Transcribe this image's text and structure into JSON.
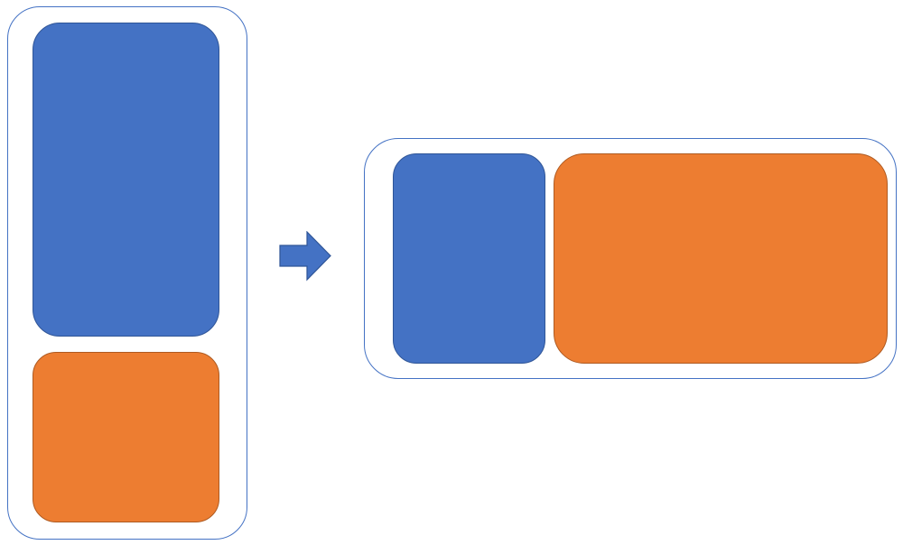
{
  "diagram": {
    "colors": {
      "frame_border": "#4472c4",
      "primary_fill": "#4472c4",
      "primary_border": "#2f5597",
      "secondary_fill": "#ed7d31",
      "secondary_border": "#ae5a21",
      "arrow_fill": "#4472c4",
      "background": "#ffffff"
    },
    "portrait_layout": {
      "blocks": [
        {
          "role": "primary-panel",
          "color": "#4472c4"
        },
        {
          "role": "secondary-panel",
          "color": "#ed7d31"
        }
      ]
    },
    "transition": {
      "icon": "right-arrow-icon"
    },
    "landscape_layout": {
      "blocks": [
        {
          "role": "primary-panel",
          "color": "#4472c4"
        },
        {
          "role": "secondary-panel",
          "color": "#ed7d31"
        }
      ]
    }
  }
}
